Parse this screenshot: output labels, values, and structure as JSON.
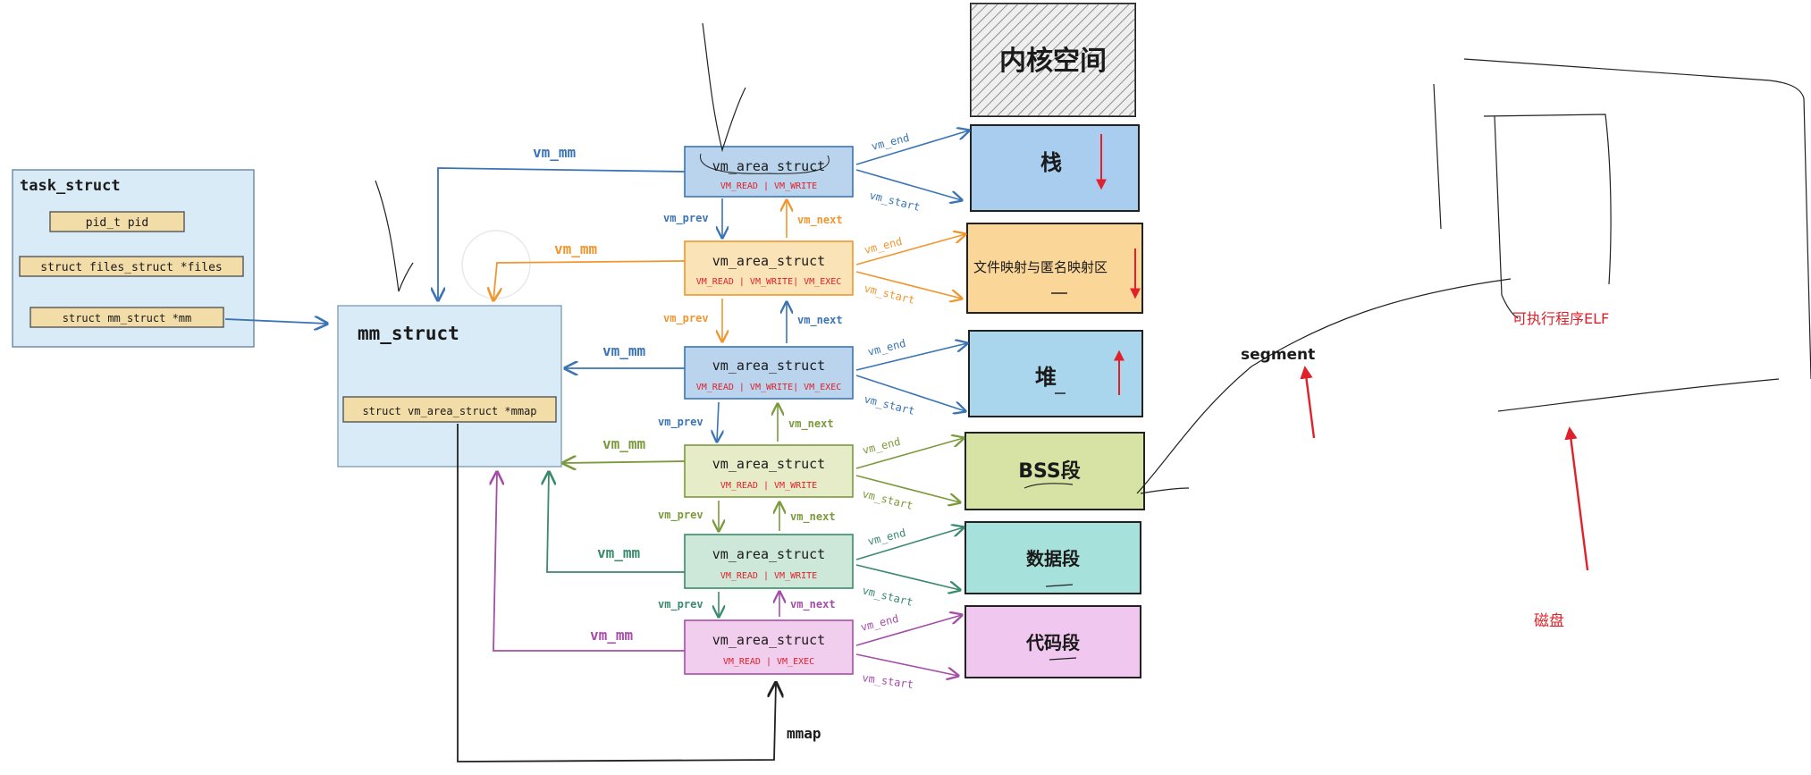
{
  "task": {
    "title": "task_struct",
    "fields": [
      "pid_t   pid",
      "struct files_struct *files",
      "struct mm_struct     *mm"
    ]
  },
  "mm": {
    "title": "mm_struct",
    "field": "struct vm_area_struct *mmap"
  },
  "vma": {
    "title": "vm_area_struct",
    "flags": [
      "VM_READ  |  VM_WRITE",
      "VM_READ | VM_WRITE| VM_EXEC",
      "VM_READ | VM_WRITE| VM_EXEC",
      "VM_READ  |  VM_WRITE",
      "VM_READ  |  VM_WRITE",
      "VM_READ  |  VM_EXEC"
    ]
  },
  "labels": {
    "vm_mm": "vm_mm",
    "vm_prev": "vm_prev",
    "vm_next": "vm_next",
    "vm_end": "vm_end",
    "vm_start": "vm_start",
    "mmap": "mmap"
  },
  "memory": {
    "kernel": "内核空间",
    "regions": [
      "栈",
      "文件映射与匿名映射区",
      "堆",
      "BSS段",
      "数据段",
      "代码段"
    ]
  },
  "annotations": {
    "segment": "segment",
    "elf": "可执行程序ELF",
    "disk": "磁盘"
  },
  "colors": {
    "blue": "#3a74b4",
    "orange": "#f0962e",
    "green": "#7b9a3c",
    "teal": "#3a8a6c",
    "purple": "#a44ea8",
    "red": "#e0202a"
  }
}
